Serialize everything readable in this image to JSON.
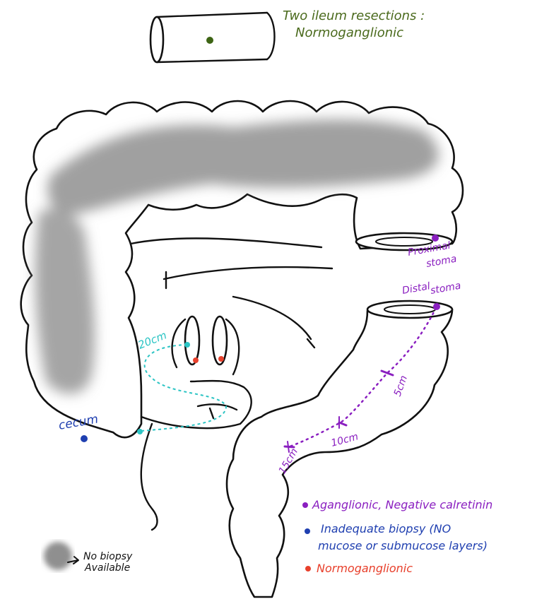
{
  "header_note": {
    "line1": "Two ileum resections :",
    "line2": "Normoganglionic",
    "dot_color": "#3d6414"
  },
  "labels": {
    "proximal_line1": "Proximal",
    "proximal_line2": "stoma",
    "distal_line1": "Distal",
    "distal_line2": "stoma",
    "five_cm": "5cm",
    "ten_cm": "10cm",
    "fifteen_cm": "15cm",
    "twenty_cm": "20cm",
    "cecum": "cecum"
  },
  "legend": {
    "aganglionic": "Aganglionic, Negative calretinin",
    "inadequate_line1": "Inadequate biopsy (NO",
    "inadequate_line2": "mucose or submucose layers)",
    "normoganglionic": "Normoganglionic",
    "no_biopsy_line1": "No biopsy",
    "no_biopsy_line2": "Available"
  },
  "colors": {
    "aganglionic": "#8a1fc0",
    "inadequate": "#1f3fb0",
    "normoganglionic": "#e8402c",
    "teal_path": "#2bc4c4",
    "no_biopsy_shading": "#9a9a9a",
    "header_green": "#4a6a1c"
  },
  "icons": {
    "no_biopsy_arrow": "right-arrow-icon"
  }
}
